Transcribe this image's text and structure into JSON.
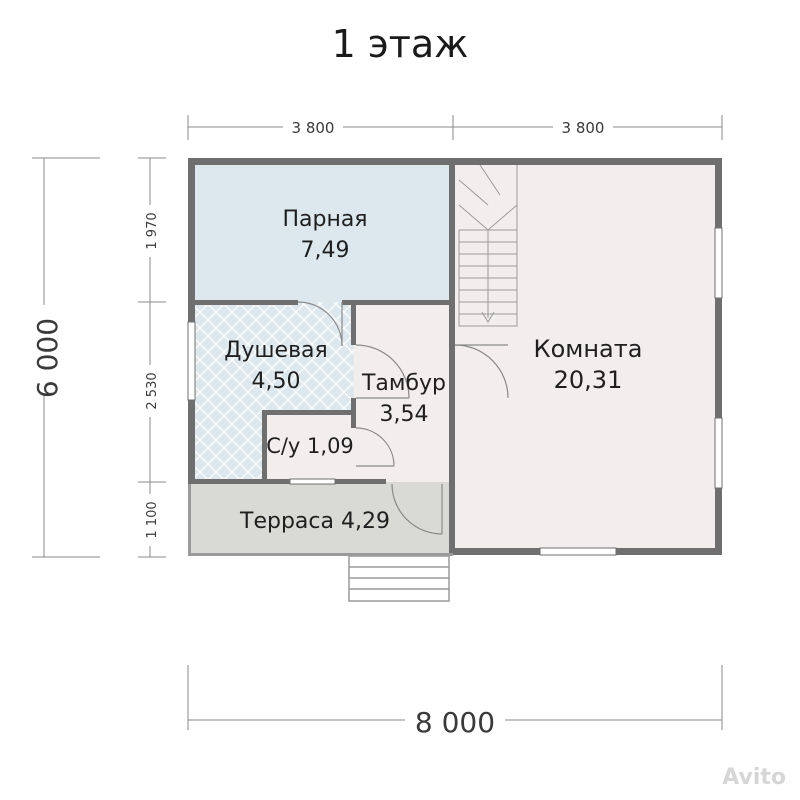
{
  "title": "1 этаж",
  "dimensions": {
    "top_left": "3 800",
    "top_right": "3 800",
    "bottom_total": "8 000",
    "left_total": "6 000",
    "left_top": "1 970",
    "left_middle": "2 530",
    "left_bottom": "1 100"
  },
  "rooms": [
    {
      "id": "parnaya",
      "name": "Парная",
      "area": "7,49"
    },
    {
      "id": "dushevaya",
      "name": "Душевая",
      "area": "4,50"
    },
    {
      "id": "tambur",
      "name": "Тамбур",
      "area": "3,54"
    },
    {
      "id": "su",
      "label": "С/у 1,09"
    },
    {
      "id": "terrace",
      "label": "Терраса 4,29"
    },
    {
      "id": "komnata",
      "name": "Комната",
      "area": "20,31"
    }
  ],
  "colors": {
    "wall": "#6f6f6f",
    "parnaya": "#dde8ee",
    "dushevaya": "#dde8ee",
    "rooms": "#f2eeee",
    "terrace": "#d9d9d6",
    "dim_line": "#8a8a8a"
  },
  "watermark": "Avito"
}
